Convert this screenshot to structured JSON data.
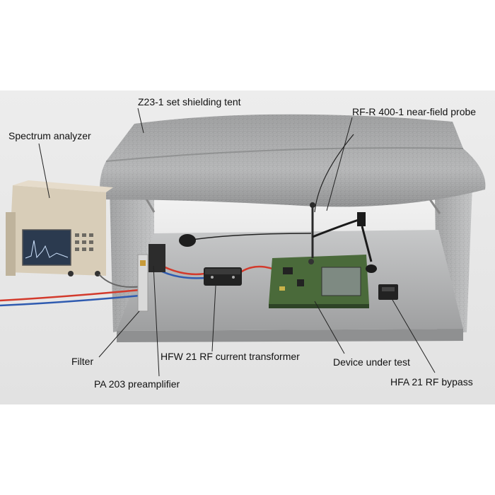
{
  "labels": {
    "tent": "Z23-1 set shielding tent",
    "probe": "RF-R 400-1 near-field probe",
    "spectrum_analyzer": "Spectrum analyzer",
    "filter": "Filter",
    "preamplifier": "PA 203 preamplifier",
    "current_transformer": "HFW 21 RF current transformer",
    "dut": "Device under test",
    "bypass": "HFA 21 RF bypass"
  },
  "colors": {
    "backdrop": "#e7e7e7",
    "tent_fabric": "#a9aaab",
    "table_metal": "#b3b4b5",
    "pcb_green": "#4a6a3a",
    "analyzer_beige": "#d8cdb8",
    "cable_red": "#d33a2c",
    "cable_blue": "#2f5bb0"
  }
}
